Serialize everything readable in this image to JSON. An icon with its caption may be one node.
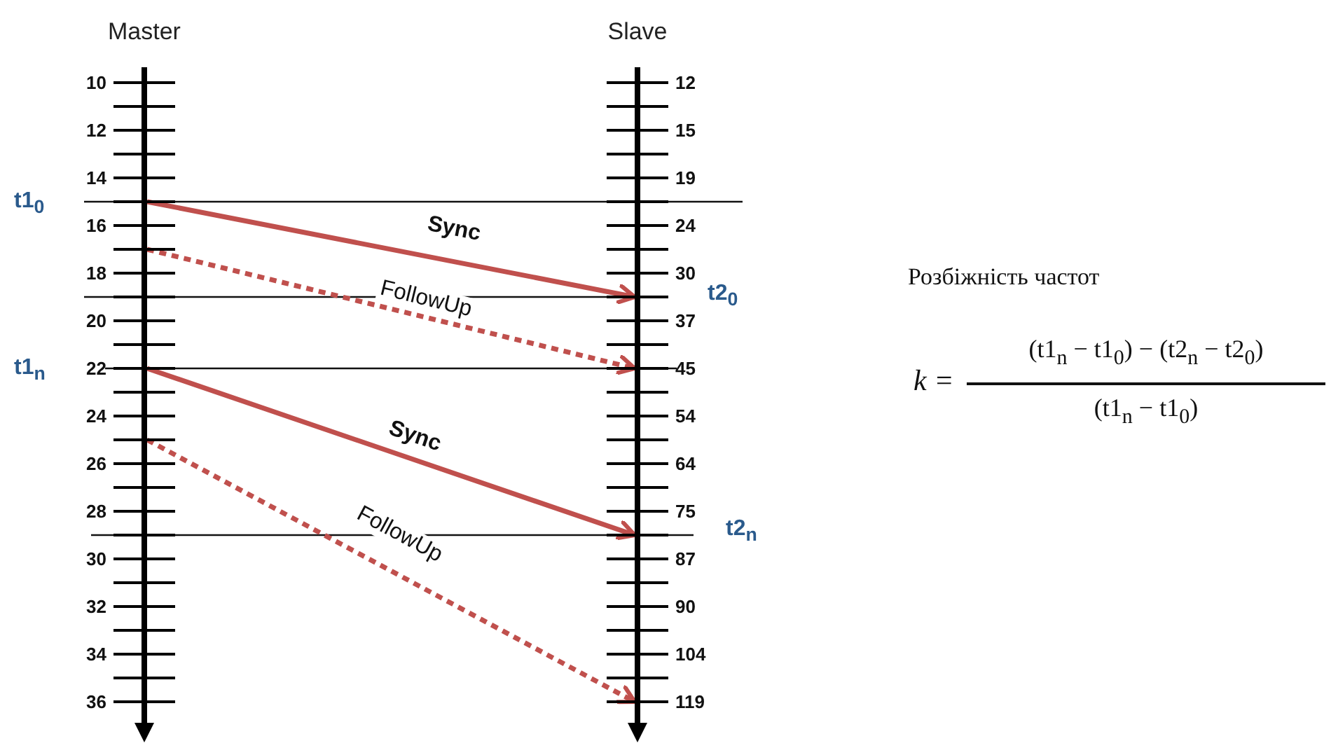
{
  "diagram": {
    "nodes": [
      {
        "text": [
          "Master"
        ]
      },
      {
        "text": [
          "Slave"
        ]
      }
    ],
    "edges": [
      {
        "from": 0,
        "to": 1,
        "arrow": "to",
        "label": "Sync"
      },
      {
        "from": 0,
        "to": 1,
        "arrow": "to",
        "label": "FollowUp",
        "style": "dashed"
      },
      {
        "from": 0,
        "to": 1,
        "arrow": "to",
        "label": "Sync"
      },
      {
        "from": 0,
        "to": 1,
        "arrow": "to",
        "label": "FollowUp",
        "style": "dashed"
      }
    ],
    "labels": [
      "10",
      "12",
      "14",
      "16",
      "18",
      "20",
      "22",
      "24",
      "26",
      "28",
      "30",
      "32",
      "34",
      "36",
      "12",
      "15",
      "19",
      "24",
      "30",
      "37",
      "45",
      "54",
      "64",
      "75",
      "87",
      "90",
      "104",
      "119",
      "t1$_{0}$",
      "t1$_{n}$",
      "t2$_{0}$",
      "t2$_{n}$",
      "Розбіжність частот",
      "k =",
      "(t1$_{n}$ − t1$_{0}$) − (t2$_{n}$ − t2$_{0}$)",
      "(t1$_{n}$ − t1$_{0}$)"
    ]
  }
}
